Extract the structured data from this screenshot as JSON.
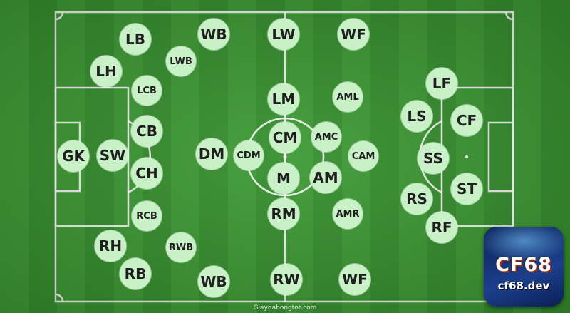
{
  "positions": {
    "lb": "LB",
    "wb_top": "WB",
    "lw": "LW",
    "wf_top": "WF",
    "lwb": "LWB",
    "lh": "LH",
    "lcb": "LCB",
    "lm": "LM",
    "aml": "AML",
    "lf": "LF",
    "ls": "LS",
    "cf": "CF",
    "cb": "CB",
    "cm": "CM",
    "amc": "AMC",
    "gk": "GK",
    "sw": "SW",
    "dm": "DM",
    "cdm": "CDM",
    "cam": "CAM",
    "ss": "SS",
    "ch": "CH",
    "m": "M",
    "am": "AM",
    "st": "ST",
    "rs": "RS",
    "rcb": "RCB",
    "rm": "RM",
    "amr": "AMR",
    "rf": "RF",
    "rh": "RH",
    "rwb": "RWB",
    "rb": "RB",
    "wb_bottom": "WB",
    "rw": "RW",
    "wf_bottom": "WF"
  },
  "watermark": "Giaydabongtot.com",
  "logo": {
    "brand": "CF68",
    "domain": "cf68.dev"
  },
  "colors": {
    "pitch_light": "#3d9a34",
    "pitch_dark": "#358f2d",
    "circle_fill": "#c9f1c7",
    "line": "#ffffff"
  }
}
